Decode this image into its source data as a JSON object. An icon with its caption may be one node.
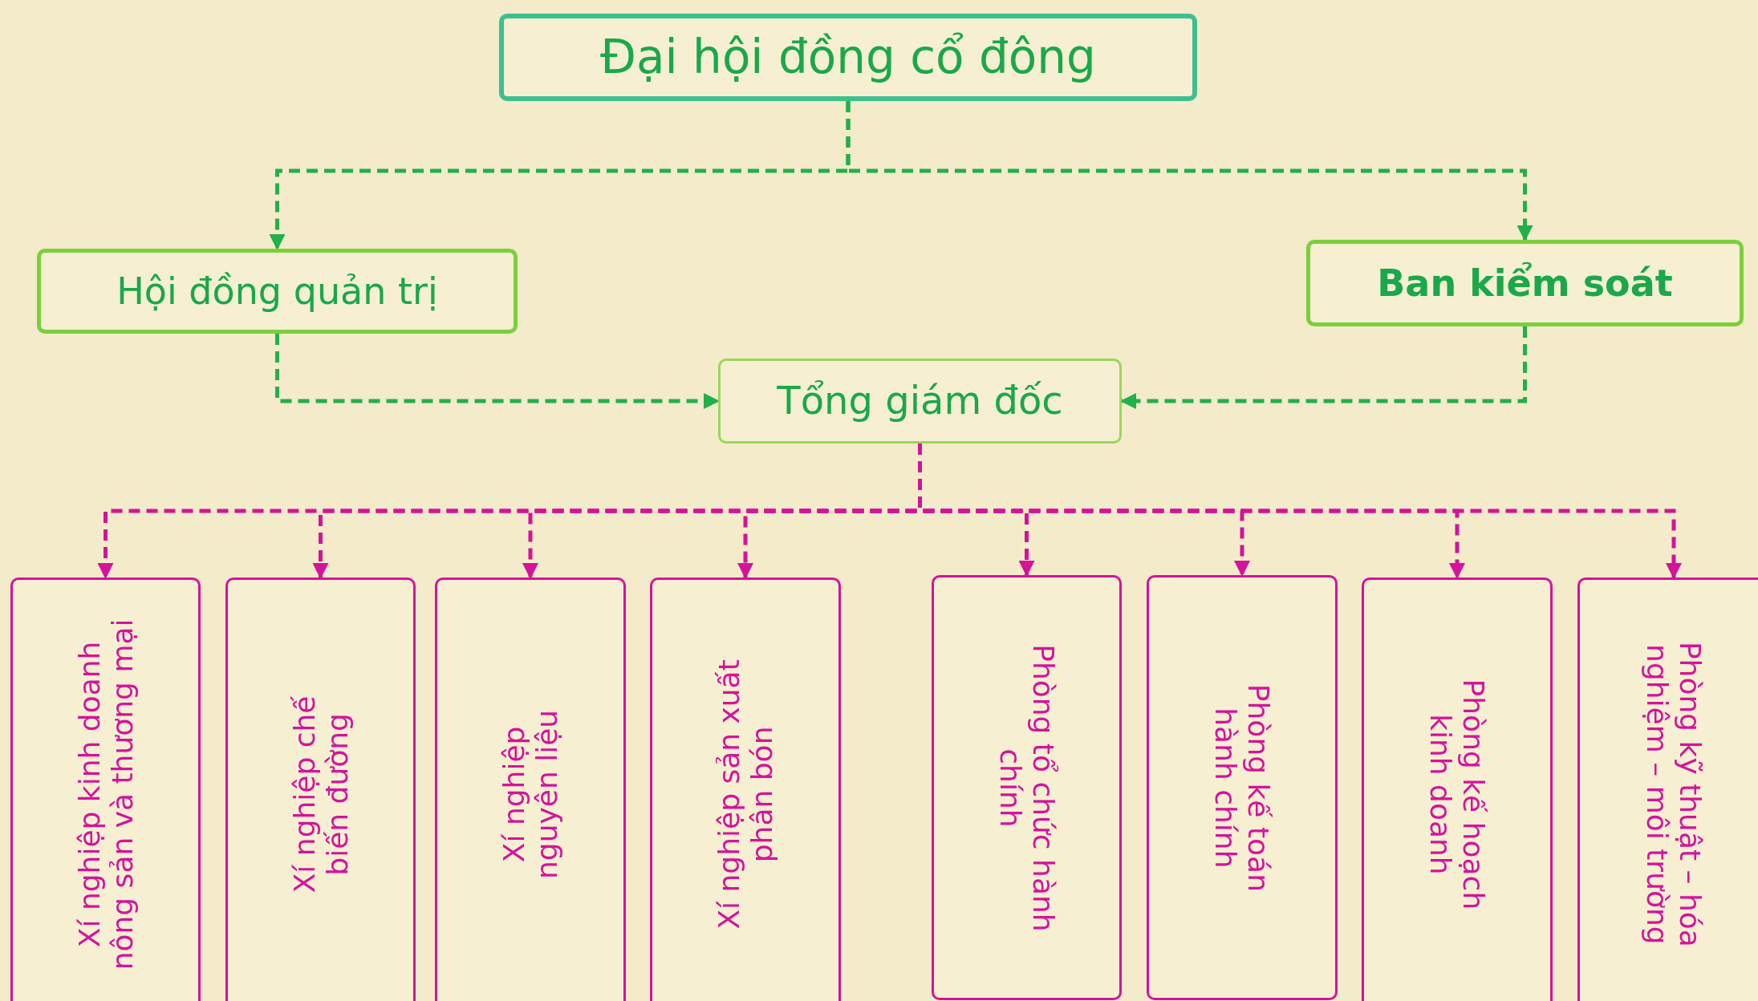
{
  "diagram": {
    "nodes": [
      {
        "text": [
          "Đại hội đồng cổ đông"
        ]
      },
      {
        "text": [
          "Hội đồng quản trị"
        ]
      },
      {
        "text": [
          "Ban kiểm soát"
        ]
      },
      {
        "text": [
          "Tổng giám đốc"
        ]
      },
      {
        "text": [
          "Xí nghiệp kinh doanh nông sản và thương mại"
        ]
      },
      {
        "text": [
          "Xí nghiệp chế biến đường"
        ]
      },
      {
        "text": [
          "Xí nghiệp nguyên liệu"
        ]
      },
      {
        "text": [
          "Xí nghiệp sản xuất phân bón"
        ]
      },
      {
        "text": [
          "Phòng tổ chức hành chính"
        ]
      },
      {
        "text": [
          "Phòng kế toán hành chính"
        ]
      },
      {
        "text": [
          "Phòng kế hoạch kinh doanh"
        ]
      },
      {
        "text": [
          "Phòng kỹ thuật – hóa nghiệm – môi trường"
        ]
      }
    ],
    "edges": [
      {
        "from": 0,
        "to": 1,
        "arrow": "to",
        "style": "dashed",
        "color": "#22b04a"
      },
      {
        "from": 0,
        "to": 2,
        "arrow": "to",
        "style": "dashed",
        "color": "#22b04a"
      },
      {
        "from": 1,
        "to": 3,
        "arrow": "to",
        "style": "dashed",
        "color": "#22b04a"
      },
      {
        "from": 2,
        "to": 3,
        "arrow": "to",
        "style": "dashed",
        "color": "#22b04a"
      },
      {
        "from": 3,
        "to": 4,
        "arrow": "to",
        "style": "dashed"
      },
      {
        "from": 3,
        "to": 5,
        "arrow": "to",
        "style": "dashed"
      },
      {
        "from": 3,
        "to": 6,
        "arrow": "to",
        "style": "dashed"
      },
      {
        "from": 3,
        "to": 7,
        "arrow": "to",
        "style": "dashed"
      },
      {
        "from": 3,
        "to": 8,
        "arrow": "to",
        "style": "dashed"
      },
      {
        "from": 3,
        "to": 9,
        "arrow": "to",
        "style": "dashed"
      },
      {
        "from": 3,
        "to": 10,
        "arrow": "to",
        "style": "dashed"
      },
      {
        "from": 3,
        "to": 11,
        "arrow": "to",
        "style": "dashed"
      }
    ]
  }
}
